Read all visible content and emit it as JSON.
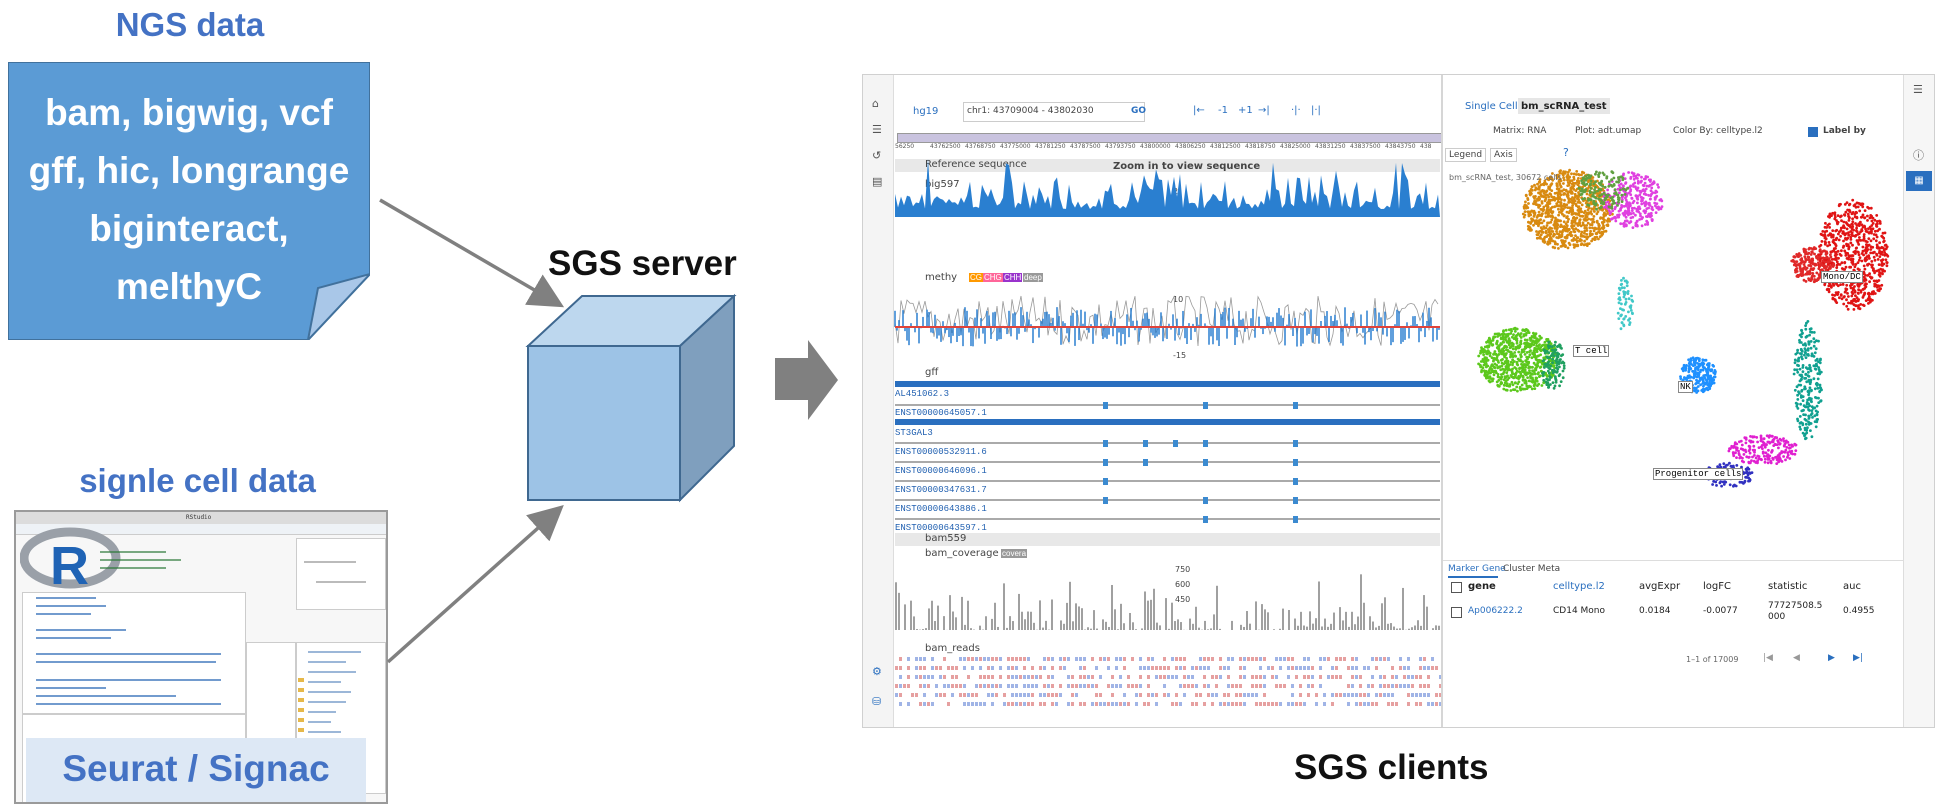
{
  "ngs": {
    "title": "NGS data",
    "lines": [
      "bam, bigwig, vcf",
      "gff, hic, longrange",
      "biginteract,",
      "melthyC"
    ]
  },
  "singlecell": {
    "title": "signle cell data",
    "tool_label": "Seurat / Signac",
    "rstudio_title": "RStudio"
  },
  "server": {
    "label": "SGS server"
  },
  "clients": {
    "label": "SGS clients"
  },
  "colors": {
    "accent_blue": "#4472c4",
    "note_blue": "#5b9bd5",
    "cube_front": "#9dc3e6",
    "arrow_gray": "#808080",
    "igv_blue": "#2a7fd0"
  },
  "client_ui": {
    "genome": "hg19",
    "locus": "chr1: 43709004 - 43802030",
    "go": "GO",
    "nav": [
      "|←",
      "-1",
      "+1",
      "→|",
      "·|·",
      "|·|"
    ],
    "ruler_ticks": [
      "56250",
      "43762500",
      "43768750",
      "43775000",
      "43781250",
      "43787500",
      "43793750",
      "43800000",
      "43806250",
      "43812500",
      "43818750",
      "43825000",
      "43831250",
      "43837500",
      "43843750",
      "438"
    ],
    "tracks": {
      "ref": "Reference sequence",
      "ref_msg": "Zoom in to view sequence",
      "bigwig": "big597",
      "bigwig_scale": "2",
      "methy": "methy",
      "methy_tags": [
        "CG",
        "CHG",
        "CHH",
        "deep"
      ],
      "methy_scale_top": "10",
      "methy_scale_bottom": "-15",
      "gff": "gff",
      "bam": "bam559",
      "bam_cov": "bam_coverage",
      "bam_cov_tag": "covera",
      "bam_cov_scale": [
        "750",
        "600",
        "450"
      ],
      "bam_reads": "bam_reads"
    },
    "genes": [
      "AL451062.3",
      "ENST00000645057.1",
      "ST3GAL3",
      "ENST00000532911.6",
      "ENST00000646096.1",
      "ENST00000347631.7",
      "ENST00000643886.1",
      "ENST00000643597.1"
    ],
    "sc": {
      "breadcrumb": "Single Cell",
      "dataset": "bm_scRNA_test",
      "matrix": "Matrix: RNA",
      "plot": "Plot: adt.umap",
      "color_by": "Color By: celltype.l2",
      "label_by": "Label by",
      "legend": "Legend",
      "axis": "Axis",
      "subtitle": "bm_scRNA_test, 30672 cells",
      "cluster_labels": [
        "Mono/DC",
        "T cell",
        "NK",
        "Progenitor cells"
      ]
    },
    "markers": {
      "tab1": "Marker Gene",
      "tab2": "Cluster Meta",
      "headers": [
        "gene",
        "celltype.l2",
        "avgExpr",
        "logFC",
        "statistic",
        "auc"
      ],
      "row": [
        "Ap006222.2",
        "CD14 Mono",
        "0.0184",
        "-0.0077",
        "77727508.5 000",
        "0.4955"
      ],
      "pagination": "1–1 of 17009"
    }
  }
}
